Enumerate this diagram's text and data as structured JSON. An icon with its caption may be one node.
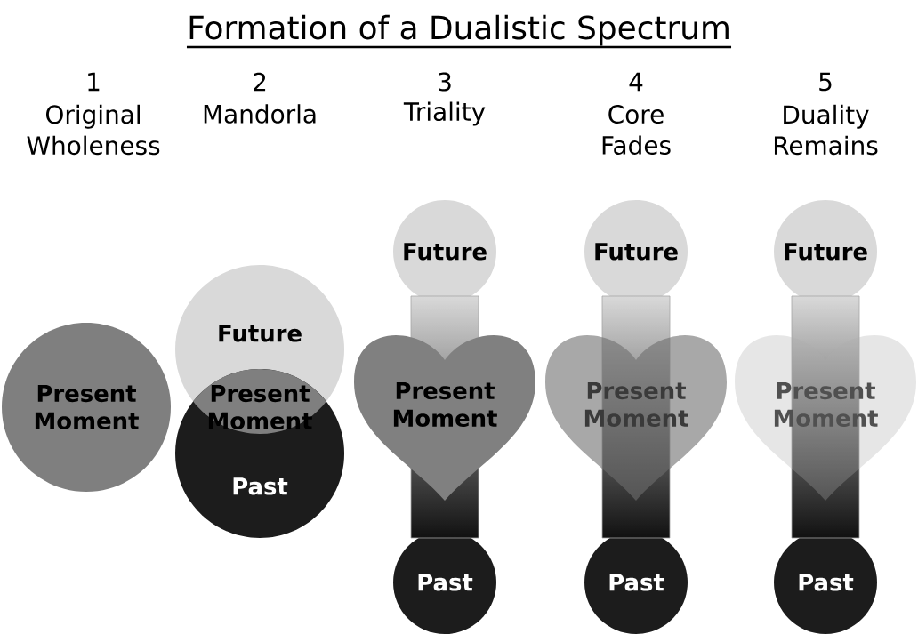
{
  "diagram": {
    "title": "Formation of a Dualistic Spectrum",
    "nodes": [
      {
        "text": [
          "Present Moment"
        ]
      },
      {
        "text": [
          "Future"
        ]
      },
      {
        "text": [
          "Present Moment"
        ]
      },
      {
        "text": [
          "Past"
        ]
      },
      {
        "text": [
          "Future"
        ]
      },
      {
        "text": [
          "Present Moment"
        ]
      },
      {
        "text": [
          "Past"
        ]
      },
      {
        "text": [
          "Future"
        ]
      },
      {
        "text": [
          "Present Moment"
        ]
      },
      {
        "text": [
          "Past"
        ]
      },
      {
        "text": [
          "Future"
        ]
      },
      {
        "text": [
          "Present Moment"
        ]
      },
      {
        "text": [
          "Past"
        ]
      }
    ],
    "edges": [
      {
        "from": 4,
        "to": 6,
        "arrow": "none"
      },
      {
        "from": 7,
        "to": 9,
        "arrow": "none"
      },
      {
        "from": 10,
        "to": 12,
        "arrow": "none"
      }
    ],
    "labels": [
      "1",
      "Original Wholeness",
      "2",
      "Mandorla",
      "3",
      "Triality",
      "4",
      "Core Fades",
      "5",
      "Duality Remains"
    ]
  }
}
